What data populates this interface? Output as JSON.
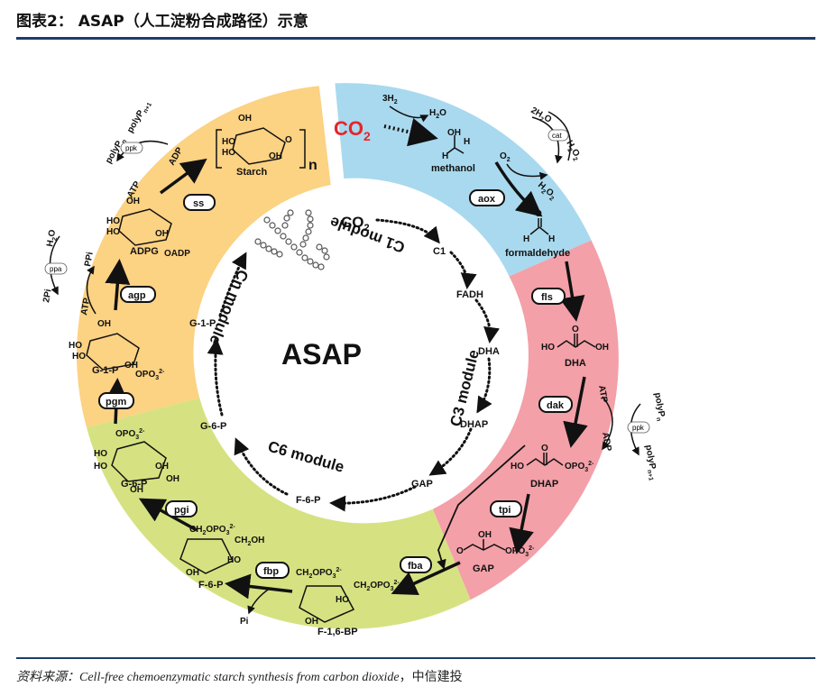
{
  "header": {
    "title": "图表2： ASAP（人工淀粉合成路径）示意"
  },
  "footer": {
    "label": "资料来源：",
    "citation": "Cell-free chemoenzymatic starch synthesis from carbon dioxide",
    "publisher": "，中信建投"
  },
  "center": {
    "title": "ASAP"
  },
  "modules": {
    "c1": "C1 module",
    "c3": "C3 module",
    "c6": "C6 module",
    "cn": "Cn module"
  },
  "inner_cycle": {
    "co2": "CO",
    "co2_sub": "2",
    "c1": "C1",
    "fadh": "FADH",
    "dha": "DHA",
    "dhap": "DHAP",
    "gap": "GAP",
    "f6p": "F-6-P",
    "g6p": "G-6-P",
    "g1p": "G-1-P"
  },
  "sector_colors": {
    "blue": "#a9d9ee",
    "pink": "#f3a0a8",
    "green": "#d6e281",
    "orange": "#fcd283"
  },
  "enzymes": {
    "aox": "aox",
    "fls": "fls",
    "dak": "dak",
    "tpi": "tpi",
    "fba": "fba",
    "fbp": "fbp",
    "pgi": "pgi",
    "pgm": "pgm",
    "agp": "agp",
    "ss": "ss"
  },
  "helpers": {
    "ppk": "ppk",
    "cat": "cat",
    "ppa": "ppa"
  },
  "molecules": {
    "co2": "CO",
    "co2_sub": "2",
    "methanol": "methanol",
    "formaldehyde": "formaldehyde",
    "dha": "DHA",
    "dhap": "DHAP",
    "gap": "GAP",
    "f16bp": "F-1,6-BP",
    "f6p": "F-6-P",
    "g6p": "G-6-P",
    "g1p": "G-1-P",
    "adpg": "ADPG",
    "starch": "Starch",
    "starch_n": "n"
  },
  "cofactors": {
    "h2": "3H",
    "h2o": "H",
    "o2": "O",
    "h2o2": "H",
    "two_h2o": "2H",
    "atp": "ATP",
    "adp": "ADP",
    "pi": "Pi",
    "two_pi": "2Pi",
    "ppi": "PPi",
    "polyp_n": "polyP",
    "polyp_n1": "polyP"
  },
  "atoms": {
    "oh": "OH",
    "ho": "HO",
    "h": "H",
    "o": "O",
    "opo3": "OPO",
    "ch2opo3": "CH",
    "ch2oh": "CH",
    "oadp": "OADP"
  }
}
